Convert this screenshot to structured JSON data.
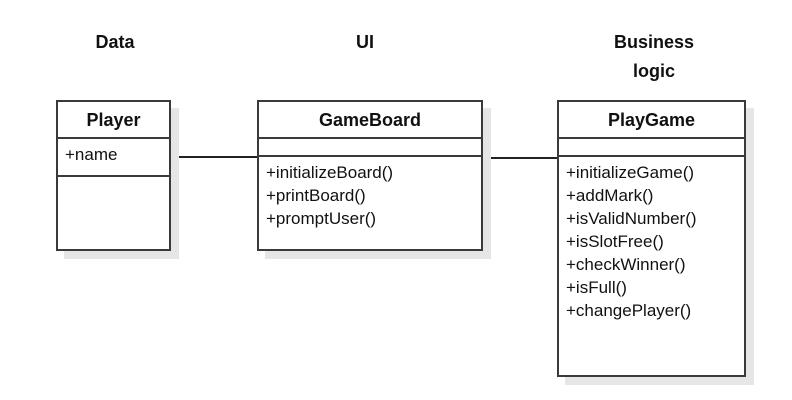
{
  "layers": [
    {
      "id": "data",
      "label": "Data"
    },
    {
      "id": "ui",
      "label": "UI"
    },
    {
      "id": "business",
      "label": "Business\nlogic"
    }
  ],
  "classes": [
    {
      "id": "player",
      "name": "Player",
      "attributes": [
        "+name"
      ],
      "operations": []
    },
    {
      "id": "gameboard",
      "name": "GameBoard",
      "attributes": [],
      "operations": [
        "+initializeBoard()",
        "+printBoard()",
        "+promptUser()"
      ]
    },
    {
      "id": "playgame",
      "name": "PlayGame",
      "attributes": [],
      "operations": [
        "+initializeGame()",
        "+addMark()",
        "+isValidNumber()",
        "+isSlotFree()",
        "+checkWinner()",
        "+isFull()",
        "+changePlayer()"
      ]
    }
  ],
  "associations": [
    {
      "from": "player",
      "to": "gameboard"
    },
    {
      "from": "gameboard",
      "to": "playgame"
    }
  ],
  "colors": {
    "stroke": "#3a3a3a",
    "shadow": "#e6e6e6",
    "background": "#ffffff"
  }
}
